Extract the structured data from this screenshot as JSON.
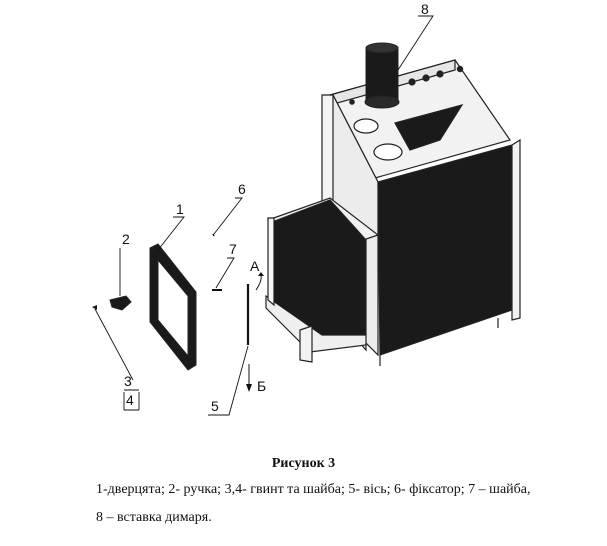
{
  "figure": {
    "callouts": {
      "n1": "1",
      "n2": "2",
      "n3": "3",
      "n4": "4",
      "n5": "5",
      "n6": "6",
      "n7": "7",
      "n8": "8",
      "a": "A",
      "b": "Б"
    }
  },
  "caption": {
    "title": "Рисунок 3",
    "line1": "1-дверцята;   2- ручка;  3,4- гвинт та шайба;  5- вісь;  6- фіксатор; 7 – шайба,",
    "line2": "8 – вставка димаря."
  },
  "colors": {
    "body_dark": "#1a1a1a",
    "frame_light": "#f2f2f2",
    "outline": "#222222"
  }
}
